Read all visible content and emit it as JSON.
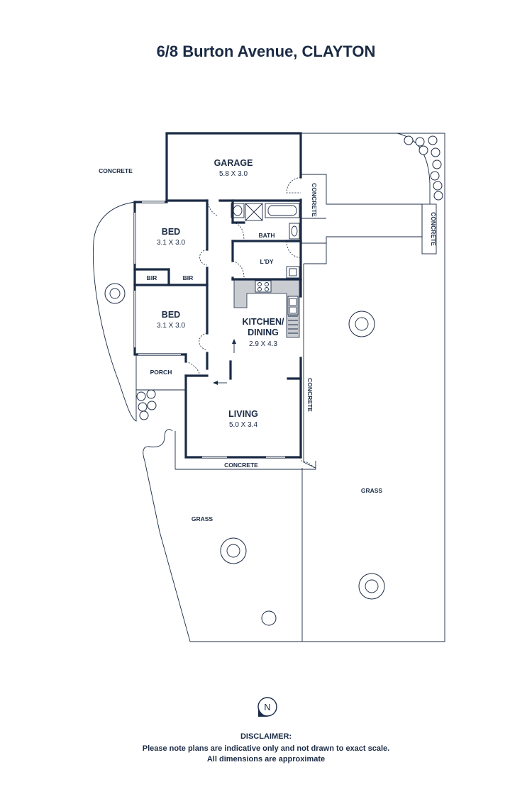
{
  "title": "6/8 Burton Avenue, CLAYTON",
  "rooms": {
    "garage": {
      "name": "GARAGE",
      "dims": "5.8 X 3.0"
    },
    "bed1": {
      "name": "BED",
      "dims": "3.1 X 3.0"
    },
    "bed2": {
      "name": "BED",
      "dims": "3.1 X 3.0"
    },
    "bir1": {
      "name": "BIR"
    },
    "bir2": {
      "name": "BIR"
    },
    "bath": {
      "name": "BATH"
    },
    "laundry": {
      "name": "L'DY"
    },
    "kitchen": {
      "name_line1": "KITCHEN/",
      "name_line2": "DINING",
      "dims": "2.9 X 4.3"
    },
    "porch": {
      "name": "PORCH"
    },
    "living": {
      "name": "LIVING",
      "dims": "5.0 X 3.4"
    }
  },
  "areas": {
    "concrete_top_left": "CONCRETE",
    "concrete_garage_side": "CONCRETE",
    "concrete_right": "CONCRETE",
    "concrete_east": "CONCRETE",
    "concrete_bottom": "CONCRETE",
    "grass_right": "GRASS",
    "grass_left": "GRASS"
  },
  "north": {
    "label": "N"
  },
  "disclaimer": {
    "heading": "DISCLAIMER:",
    "line1": "Please note plans are indicative only and not drawn to exact scale.",
    "line2": "All dimensions are approximate"
  },
  "colors": {
    "ink": "#1b2b45",
    "bench": "#c9ccd1"
  }
}
